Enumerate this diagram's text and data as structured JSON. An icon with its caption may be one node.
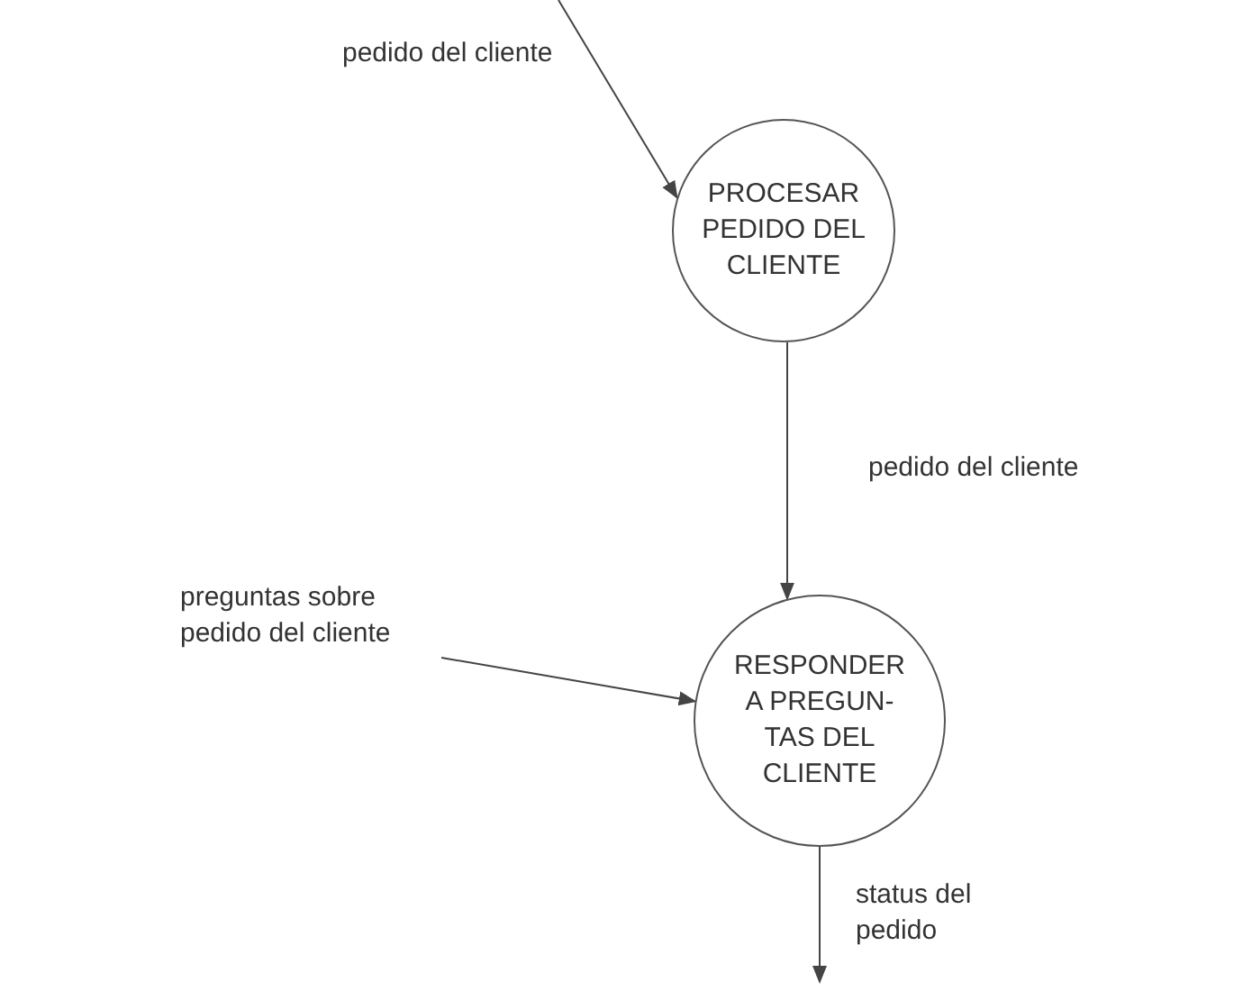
{
  "diagram": {
    "nodes": [
      {
        "text": [
          "PROCESAR PEDIDO DEL CLIENTE"
        ]
      },
      {
        "text": [
          "RESPONDER A PREGUN- TAS DEL CLIENTE"
        ]
      }
    ],
    "edges": [
      {
        "from": null,
        "to": 0,
        "arrow": "to",
        "label": "pedido del cliente"
      },
      {
        "from": 0,
        "to": 1,
        "arrow": "to",
        "label": "pedido del cliente"
      },
      {
        "from": null,
        "to": 1,
        "arrow": "to",
        "label": "preguntas sobre pedido del cliente"
      },
      {
        "from": 1,
        "to": null,
        "arrow": "to",
        "label": "status del pedido"
      }
    ]
  }
}
